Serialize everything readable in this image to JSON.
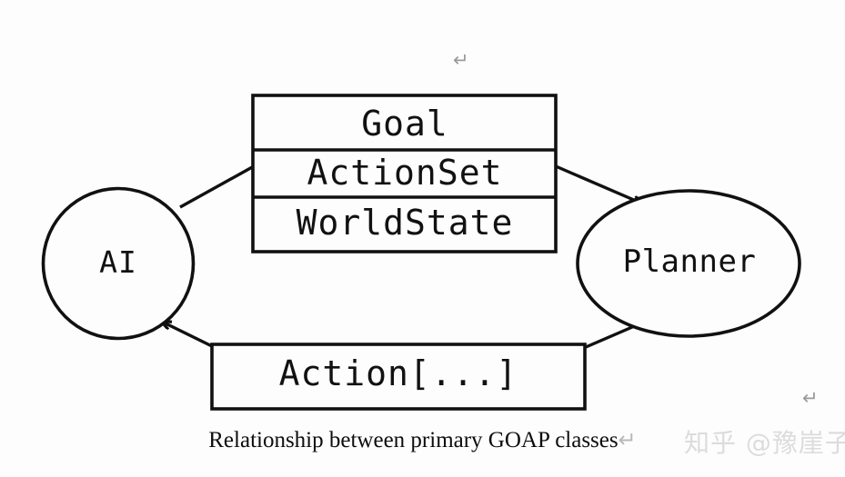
{
  "diagram": {
    "type": "class-relationship",
    "caption": "Relationship between primary GOAP classes",
    "caption_return_mark": "↵",
    "nodes": {
      "ai": {
        "label": "AI",
        "shape": "circle"
      },
      "planner": {
        "label": "Planner",
        "shape": "ellipse"
      },
      "data_box": {
        "shape": "rectangle-3-rows",
        "rows": [
          {
            "label": "Goal"
          },
          {
            "label": "ActionSet"
          },
          {
            "label": "WorldState"
          }
        ]
      },
      "action_box": {
        "label": "Action[...]",
        "shape": "rectangle"
      }
    },
    "edges": [
      {
        "from": "ai",
        "to": "data_box",
        "arrow": false
      },
      {
        "from": "data_box",
        "to": "planner",
        "arrow": true
      },
      {
        "from": "planner",
        "to": "action_box",
        "arrow": false
      },
      {
        "from": "action_box",
        "to": "ai",
        "arrow": true
      }
    ]
  },
  "marks": {
    "return_top": "↵",
    "return_right": "↵"
  },
  "watermark": {
    "text": "知乎 @豫崖子"
  },
  "colors": {
    "background": "#fdfdfd",
    "stroke": "#111111",
    "text": "#111111",
    "mark_gray": "#9a9a9a",
    "watermark_gray": "#dcdcdc"
  }
}
